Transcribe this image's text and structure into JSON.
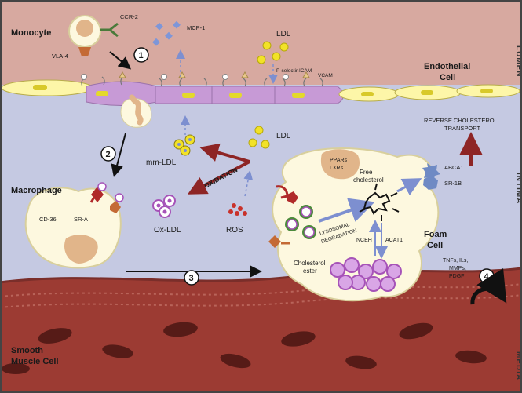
{
  "side_labels": {
    "lumen": "LUMEN",
    "intima": "INTIMA",
    "media": "MEDIA"
  },
  "cells": {
    "monocyte": "Monocyte",
    "endothelial_1": "Endothelial",
    "endothelial_2": "Cell",
    "macrophage": "Macrophage",
    "foam_1": "Foam",
    "foam_2": "Cell",
    "smooth_1": "Smooth",
    "smooth_2": "Muscle Cell"
  },
  "molecules": {
    "ccr2": "CCR-2",
    "vla4": "VLA-4",
    "mcp1": "MCP-1",
    "ldl_top": "LDL",
    "ldl_mid": "LDL",
    "p_selectin": "P-selectin",
    "icam": "ICAM",
    "vcam": "VCAM",
    "mm_ldl": "mm-LDL",
    "ox_ldl": "Ox-LDL",
    "ros": "ROS",
    "oxidation": "OXIDATION",
    "cd36": "CD-36",
    "sra": "SR-A",
    "ppars": "PPARs",
    "lxrs": "LXRs",
    "free_chol_1": "Free",
    "free_chol_2": "cholesterol",
    "abca1": "ABCA1",
    "srb1": "SR-1B",
    "lysosomal_1": "LYSOSOMAL",
    "lysosomal_2": "DEGRADATION",
    "nceh": "NCEH",
    "acat1": "ACAT1",
    "chol_ester_1": "Cholesterol",
    "chol_ester_2": "ester",
    "rct_1": "REVERSE CHOLESTEROL",
    "rct_2": "TRANSPORT",
    "cytokines_1": "TNFs, ILs,",
    "cytokines_2": "MMPs,",
    "cytokines_3": "PDGF"
  },
  "steps": [
    "1",
    "2",
    "3",
    "4"
  ],
  "colors": {
    "lumen": "#d7a9a0",
    "intima": "#c5c9e2",
    "media": "#9c3b33",
    "endothelial": "#fdf6a8",
    "endothelial_purple": "#c79ad6",
    "cell_fill": "#fdf8df",
    "arrow_red": "#8e2525",
    "particle_purple": "#a653b8",
    "ldl_yellow": "#f2e227",
    "receptor_blue": "#6f8ac4"
  }
}
